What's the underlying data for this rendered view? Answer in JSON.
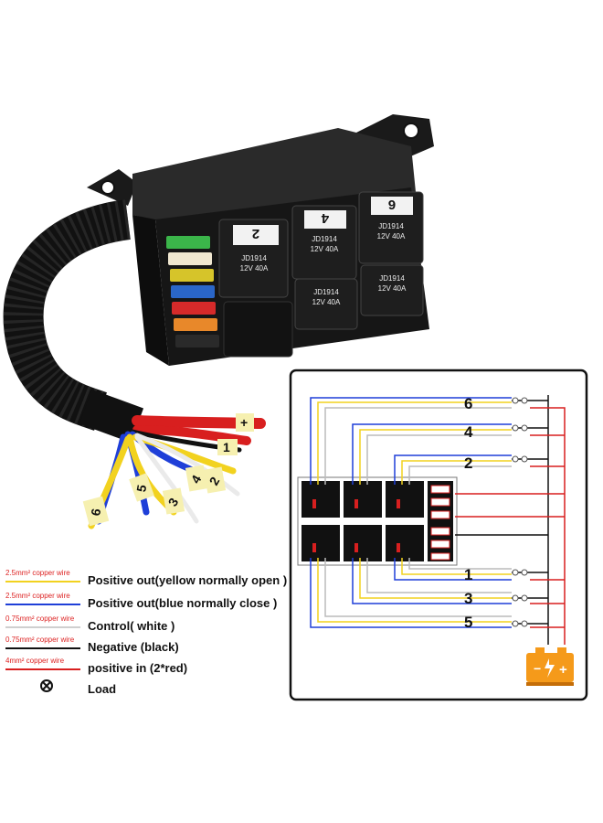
{
  "product": {
    "relays": [
      {
        "number": "2",
        "model": "JD1914",
        "rating": "12V 40A"
      },
      {
        "number": "4",
        "model": "JD1914",
        "rating": "12V 40A"
      },
      {
        "number": "6",
        "model": "JD1914",
        "rating": "12V 40A"
      },
      {
        "number": "",
        "model": "JD1914",
        "rating": "12V 40A"
      },
      {
        "number": "",
        "model": "JD1914",
        "rating": "12V 40A"
      }
    ],
    "wire_tags": [
      "6",
      "5",
      "4",
      "3",
      "2",
      "1",
      "+"
    ]
  },
  "legend": [
    {
      "wire": "2.5mm² copper wire",
      "text": "Positive out(yellow normally open )",
      "color": "#f2d21f"
    },
    {
      "wire": "2.5mm² copper wire",
      "text": "Positive out(blue normally close )",
      "color": "#1f3fd8"
    },
    {
      "wire": "0.75mm² copper wire",
      "text": "Control( white  )",
      "color": "#cfcfcf"
    },
    {
      "wire": "0.75mm² copper wire",
      "text": "Negative (black)",
      "color": "#111111"
    },
    {
      "wire": "4mm² copper wire",
      "text": "positive in (2*red)",
      "color": "#d81f1f"
    },
    {
      "wire": "",
      "text": "Load",
      "color": "#111111",
      "icon": "load-symbol"
    }
  ],
  "diagram": {
    "labels": [
      "6",
      "4",
      "2",
      "1",
      "3",
      "5"
    ],
    "battery": {
      "minus": "−",
      "plus": "+",
      "color": "#f59a1a"
    }
  }
}
